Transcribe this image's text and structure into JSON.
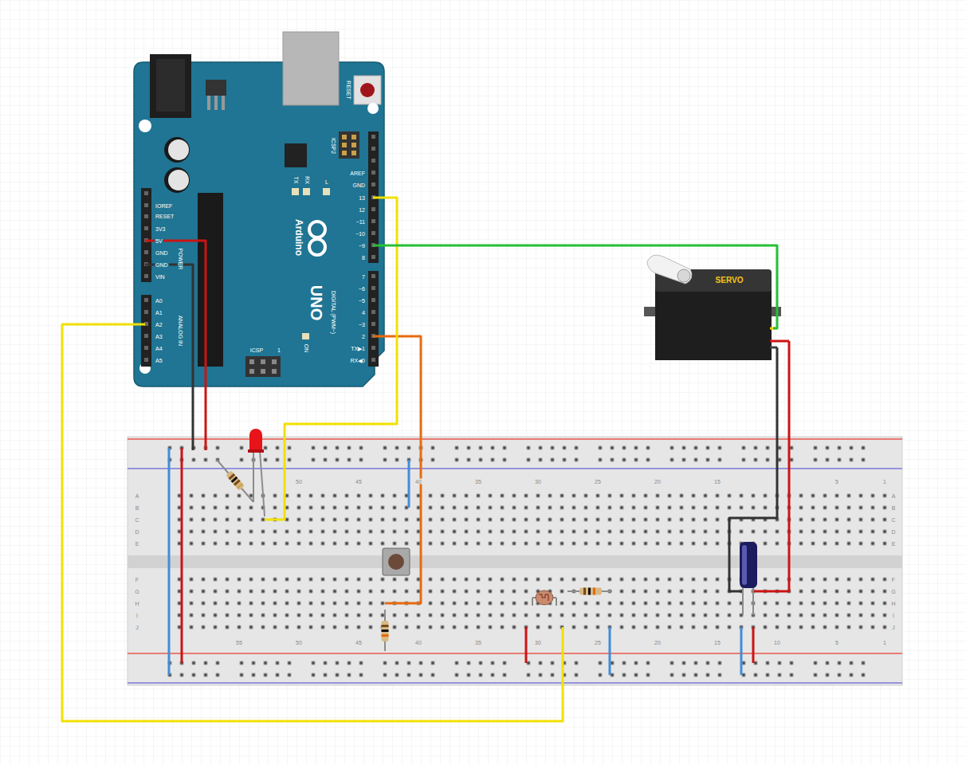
{
  "diagram": {
    "nodes": [
      {
        "text": [
          "Arduino",
          "UNO"
        ]
      },
      {
        "text": [
          "SERVO"
        ]
      }
    ],
    "edges": [
      {
        "from": 0,
        "to": 1,
        "arrow": "none"
      }
    ],
    "labels": [
      "IOREF",
      "RESET",
      "3V3",
      "5V",
      "GND",
      "GND",
      "VIN",
      "A0",
      "A1",
      "A2",
      "A3",
      "A4",
      "A5",
      "POWER",
      "ANALOG IN",
      "AREF",
      "GND",
      "13",
      "12",
      "~11",
      "~10",
      "~9",
      "8",
      "7",
      "~6",
      "~5",
      "4",
      "~3",
      "2",
      "TX▶1",
      "RX◀0",
      "RESET",
      "ICSP2",
      "TX",
      "RX",
      "L",
      "DIGITAL (PWM~)",
      "ICSP",
      "1",
      "ON",
      "50",
      "45",
      "40",
      "35",
      "30",
      "25",
      "20",
      "15",
      "5",
      "1",
      "55",
      "50",
      "45",
      "40",
      "35",
      "30",
      "25",
      "20",
      "15",
      "10",
      "5",
      "1",
      "A",
      "B",
      "C",
      "D",
      "E",
      "F",
      "G",
      "H",
      "I",
      "J",
      "A",
      "B",
      "C",
      "D",
      "E",
      "F",
      "G",
      "H",
      "I",
      "J"
    ]
  }
}
